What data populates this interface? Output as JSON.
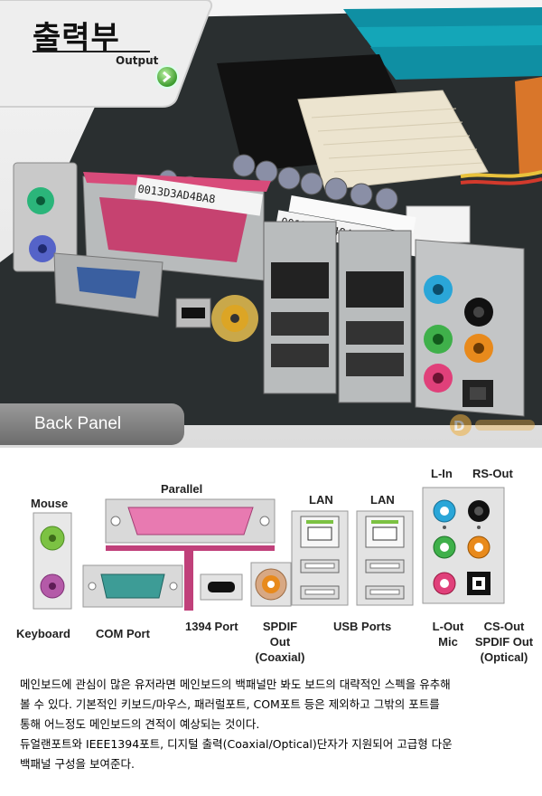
{
  "header": {
    "title_ko": "출력부",
    "title_en": "Output",
    "next_icon": "arrow-right-circle-icon"
  },
  "photo": {
    "barcode_1": "0013D3AD4BA8",
    "barcode_2": "0013D3AD4842",
    "back_panel_label": "Back Panel",
    "watermark_icon": "db-logo-icon"
  },
  "diagram": {
    "labels": {
      "mouse": "Mouse",
      "parallel": "Parallel",
      "lan_1": "LAN",
      "lan_2": "LAN",
      "l_in": "L-In",
      "rs_out": "RS-Out",
      "keyboard": "Keyboard",
      "com_port": "COM Port",
      "port_1394": "1394 Port",
      "spdif_coaxial_1": "SPDIF",
      "spdif_coaxial_2": "Out",
      "spdif_coaxial_3": "(Coaxial)",
      "usb_ports": "USB Ports",
      "l_out": "L-Out",
      "mic": "Mic",
      "cs_out": "CS-Out",
      "spdif_optical_1": "SPDIF Out",
      "spdif_optical_2": "(Optical)"
    },
    "colors": {
      "mouse": "#7cc243",
      "keyboard": "#b45aa8",
      "parallel": "#c0407a",
      "com": "#3d9c96",
      "l_in": "#2aa6d8",
      "rs_out": "#111111",
      "l_out": "#3fb04a",
      "cs_out": "#e88a1c",
      "mic": "#e0407a"
    }
  },
  "description": {
    "line_1": "메인보드에 관심이 많은 유저라면 메인보드의 백패널만 봐도 보드의 대략적인 스펙을 유추해",
    "line_2": "볼 수 있다. 기본적인 키보드/마우스, 패러럴포트, COM포트 등은 제외하고 그밖의 포트를",
    "line_3": "통해 어느정도 메인보드의 견적이 예상되는 것이다.",
    "line_4": "듀얼랜포트와 IEEE1394포트, 디지털 출력(Coaxial/Optical)단자가 지원되어 고급형 다운",
    "line_5": "백패널 구성을 보여준다."
  }
}
